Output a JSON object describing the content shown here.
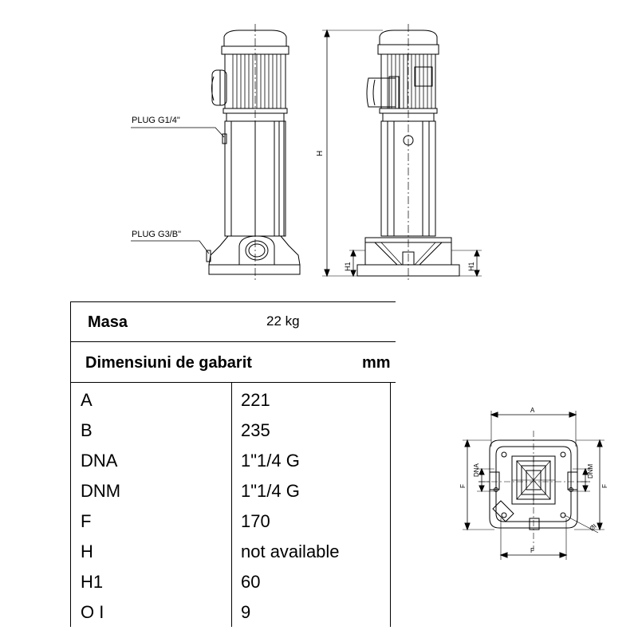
{
  "labels": {
    "plug_top": "PLUG G1/4\"",
    "plug_bottom": "PLUG G3/B\"",
    "dim_H": "H",
    "dim_H1": "H1",
    "dim_A": "A",
    "dim_F": "F",
    "dim_DNA": "DNA",
    "dim_DNM": "DNM",
    "dim_OI": "ØI"
  },
  "specs": {
    "masa_label": "Masa",
    "masa_value": "22 kg",
    "dim_title": "Dimensiuni de gabarit",
    "dim_unit": "mm",
    "rows": [
      {
        "key": "A",
        "value": "221"
      },
      {
        "key": "B",
        "value": "235"
      },
      {
        "key": "DNA",
        "value": "1\"1/4 G"
      },
      {
        "key": "DNM",
        "value": "1\"1/4 G"
      },
      {
        "key": "F",
        "value": "170"
      },
      {
        "key": "H",
        "value": "not available"
      },
      {
        "key": "H1",
        "value": "60"
      },
      {
        "key": "O I",
        "value": "9"
      }
    ]
  }
}
